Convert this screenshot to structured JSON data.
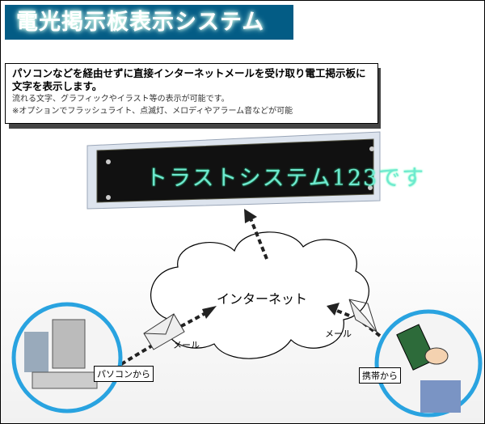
{
  "title": "電光掲示板表示システム",
  "description": {
    "main": "パソコンなどを経由せずに直接インターネットメールを受け取り電工掲示板に文字を表示します。",
    "line1": "流れる文字、グラフィックやイラスト等の表示が可能です。",
    "line2": "※オプションでフラッシュライト、点滅灯、メロディやアラーム音などが可能"
  },
  "sign_text": "トラストシステム123です",
  "cloud_label": "インターネット",
  "mail_left": "メール",
  "mail_right": "メール",
  "pc_label": "パソコンから",
  "mobile_label": "携帯から",
  "colors": {
    "title_bg": "#035c85",
    "led": "#6fe8d0",
    "circle": "#29a3e0"
  }
}
